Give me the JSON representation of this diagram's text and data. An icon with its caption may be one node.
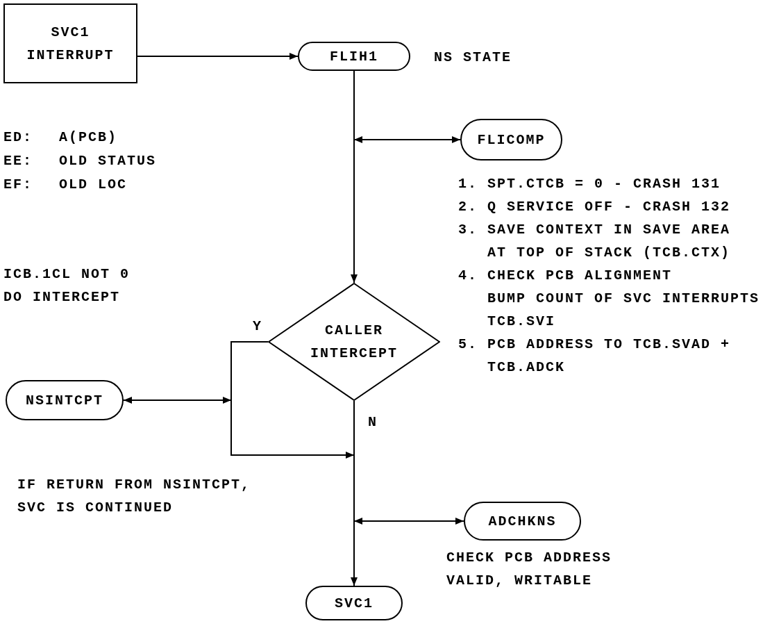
{
  "diagram": {
    "nodes": [
      {
        "text": [
          "SVC1 INTERRUPT"
        ]
      },
      {
        "text": [
          "FLIH1"
        ],
        "beside": [
          "NS STATE"
        ]
      },
      {
        "text": [
          "FLICOMP"
        ]
      },
      {
        "text": [
          "CALLER INTERCEPT"
        ]
      },
      {
        "text": [
          "NSINTCPT"
        ]
      },
      {
        "text": [
          "ADCHKNS"
        ],
        "beside": [
          "CHECK PCB ADDRESS VALID, WRITABLE"
        ]
      },
      {
        "text": [
          "SVC1"
        ]
      }
    ],
    "edges": [
      {
        "from": 0,
        "to": 1,
        "arrow": "to"
      },
      {
        "from": 1,
        "to": 3,
        "arrow": "to"
      },
      {
        "from": null,
        "to": 2,
        "arrow": "both"
      },
      {
        "from": 3,
        "to": 6,
        "arrow": "to",
        "label": "N"
      },
      {
        "from": 3,
        "to": null,
        "arrow": "to",
        "label": "Y"
      },
      {
        "from": null,
        "to": 4,
        "arrow": "both"
      },
      {
        "from": null,
        "to": 5,
        "arrow": "both"
      }
    ],
    "labels": [
      "ED:",
      "A(PCB)",
      "EE:",
      "OLD STATUS",
      "EF:",
      "OLD LOC",
      "1. SPT.CTCB = 0 - CRASH 131",
      "2. Q SERVICE OFF - CRASH 132",
      "3. SAVE CONTEXT IN SAVE AREA AT TOP OF STACK (TCB.CTX)",
      "4. CHECK PCB ALIGNMENT",
      "BUMP COUNT OF SVC INTERRUPTS TCB.SVI",
      "5. PCB ADDRESS TO TCB.SVAD + TCB.ADCK",
      "ICB.1CL NOT 0 DO INTERCEPT",
      "IF RETURN FROM NSINTCPT, SVC IS CONTINUED"
    ]
  }
}
